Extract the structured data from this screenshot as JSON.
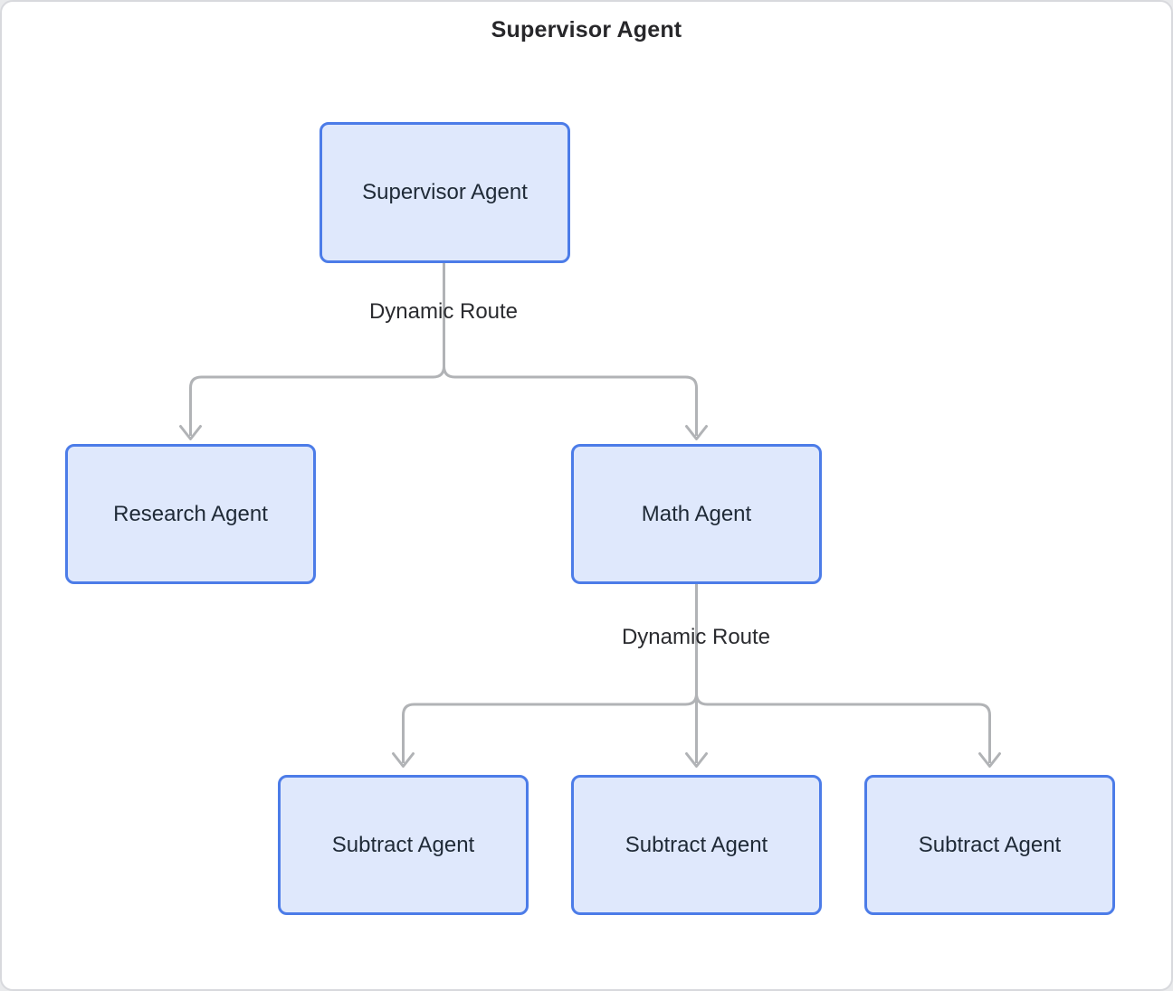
{
  "diagram": {
    "type": "flowchart",
    "title": "Supervisor Agent",
    "nodes": [
      {
        "id": "supervisor",
        "label": "Supervisor Agent"
      },
      {
        "id": "research",
        "label": "Research Agent"
      },
      {
        "id": "math",
        "label": "Math Agent"
      },
      {
        "id": "subtract-1",
        "label": "Subtract Agent"
      },
      {
        "id": "subtract-2",
        "label": "Subtract Agent"
      },
      {
        "id": "subtract-3",
        "label": "Subtract Agent"
      }
    ],
    "edges": [
      {
        "id": "supervisor-split",
        "from": "supervisor",
        "to": [
          "research",
          "math"
        ],
        "label": "Dynamic Route"
      },
      {
        "id": "math-split",
        "from": "math",
        "to": [
          "subtract-1",
          "subtract-2",
          "subtract-3"
        ],
        "label": "Dynamic Route"
      }
    ],
    "colors": {
      "node_fill": "#dfe8fc",
      "node_border": "#4c7ce8",
      "node_text": "#1f2a37",
      "edge_line": "#b1b3b6",
      "edge_label_text": "#2a2b2f",
      "title_text": "#27272a",
      "canvas_border": "#d8d9dd",
      "canvas_bg": "#ffffff",
      "page_bg": "#e9eaec"
    }
  }
}
